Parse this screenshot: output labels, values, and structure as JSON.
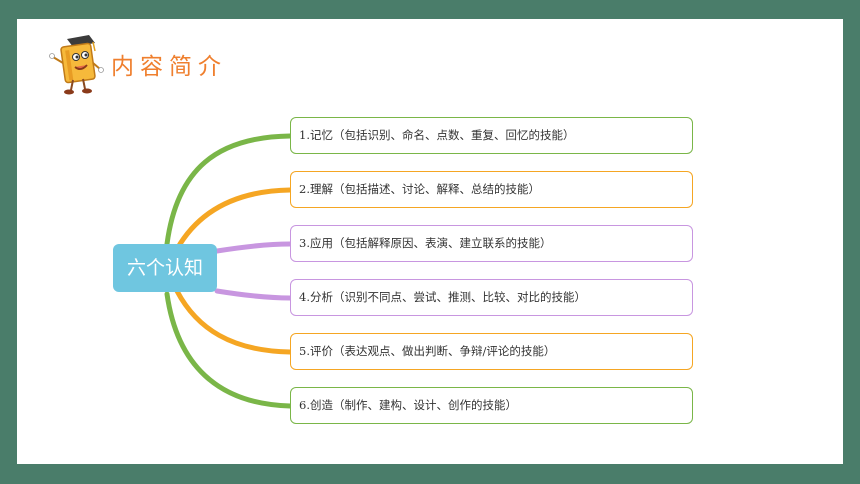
{
  "header": {
    "title": "内容简介",
    "mascot_icon": "book-mascot-icon"
  },
  "mindmap": {
    "center_label": "六个认知",
    "center_color": "#6fc6e0",
    "items": [
      {
        "text": "1.记忆（包括识别、命名、点数、重复、回忆的技能）",
        "color": "#7ab648"
      },
      {
        "text": "2.理解（包括描述、讨论、解释、总结的技能）",
        "color": "#f5a623"
      },
      {
        "text": "3.应用（包括解释原因、表演、建立联系的技能）",
        "color": "#c896e0"
      },
      {
        "text": "4.分析（识别不同点、尝试、推测、比较、对比的技能）",
        "color": "#c896e0"
      },
      {
        "text": "5.评价（表达观点、做出判断、争辩/评论的技能）",
        "color": "#f5a623"
      },
      {
        "text": "6.创造（制作、建构、设计、创作的技能）",
        "color": "#7ab648"
      }
    ]
  }
}
